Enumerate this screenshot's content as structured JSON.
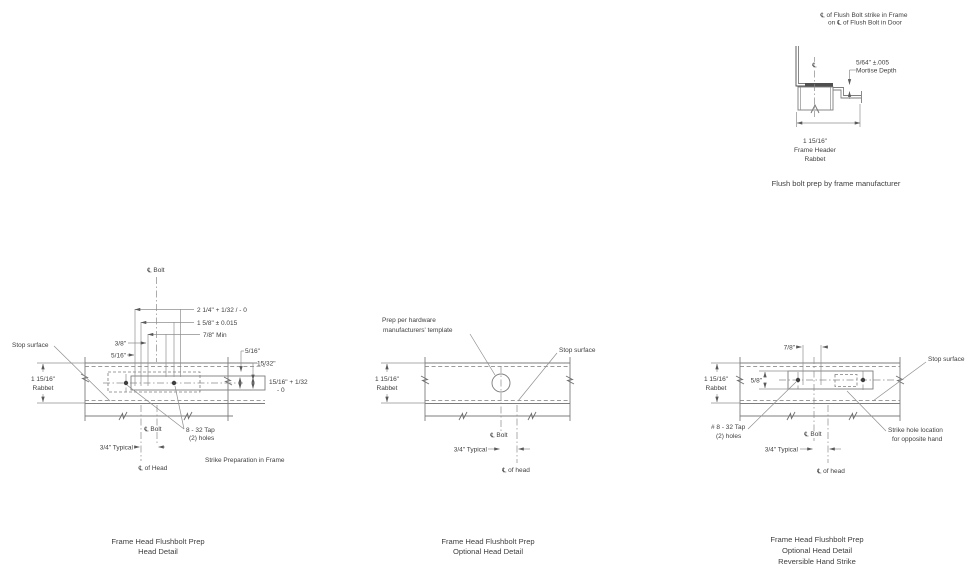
{
  "page": {
    "background": "#ffffff",
    "line_color": "#7d7d7d",
    "text_color": "#3f3f3f"
  },
  "frame_section": {
    "title_line1": "℄ of Flush Bolt strike in Frame",
    "title_line2": "on ℄ of Flush Bolt in Door",
    "centerline_symbol": "℄",
    "mortise_dim": "5/64\" ±.005",
    "mortise_label": "Mortise Depth",
    "width_dim": "1 15/16\"",
    "width_label1": "Frame Header",
    "width_label2": "Rabbet",
    "caption": "Flush bolt prep by frame manufacturer"
  },
  "detail1": {
    "cl_bolt_top": "℄ Bolt",
    "dim_2_1_4": "2 1/4\" + 1/32 / - 0",
    "dim_1_5_8": "1 5/8\" ± 0.015",
    "dim_7_8": "7/8\" Min",
    "dim_3_8": "3/8\"",
    "dim_5_16_left": "5/16\"",
    "stop_surface": "Stop surface",
    "rabbet_dim": "1 15/16\"",
    "rabbet_label": "Rabbet",
    "dim_5_16_right": "5/16\"",
    "dim_15_32": "15/32\"",
    "dim_15_16_line1": "15/16\" + 1/32",
    "dim_15_16_line2": "- 0",
    "tap_label1": "8 - 32 Tap",
    "tap_label2": "(2) holes",
    "cl_bolt_bottom": "℄ Bolt",
    "dim_3_4": "3/4\" Typical",
    "strike_prep_note": "Strike Preparation in Frame",
    "cl_head": "℄ of Head",
    "caption1": "Frame Head Flushbolt Prep",
    "caption2": "Head Detail"
  },
  "detail2": {
    "prep_note1": "Prep per hardware",
    "prep_note2": "manufacturers' template",
    "stop_surface": "Stop surface",
    "rabbet_dim": "1 15/16\"",
    "rabbet_label": "Rabbet",
    "cl_bolt": "℄ Bolt",
    "dim_3_4": "3/4\" Typical",
    "cl_head": "℄ of head",
    "caption1": "Frame Head Flushbolt Prep",
    "caption2": "Optional Head Detail"
  },
  "detail3": {
    "dim_7_8": "7/8\"",
    "stop_surface": "Stop surface",
    "rabbet_dim": "1 15/16\"",
    "rabbet_label": "Rabbet",
    "dim_5_8": "5/8\"",
    "tap_label1": "# 8 - 32 Tap",
    "tap_label2": "(2) holes",
    "cl_bolt": "℄ Bolt",
    "dim_3_4": "3/4\" Typical",
    "cl_head": "℄ of head",
    "strike_hole1": "Strike hole location",
    "strike_hole2": "for opposite hand",
    "caption1": "Frame Head Flushbolt Prep",
    "caption2": "Optional Head Detail",
    "caption3": "Reversible Hand Strike"
  }
}
